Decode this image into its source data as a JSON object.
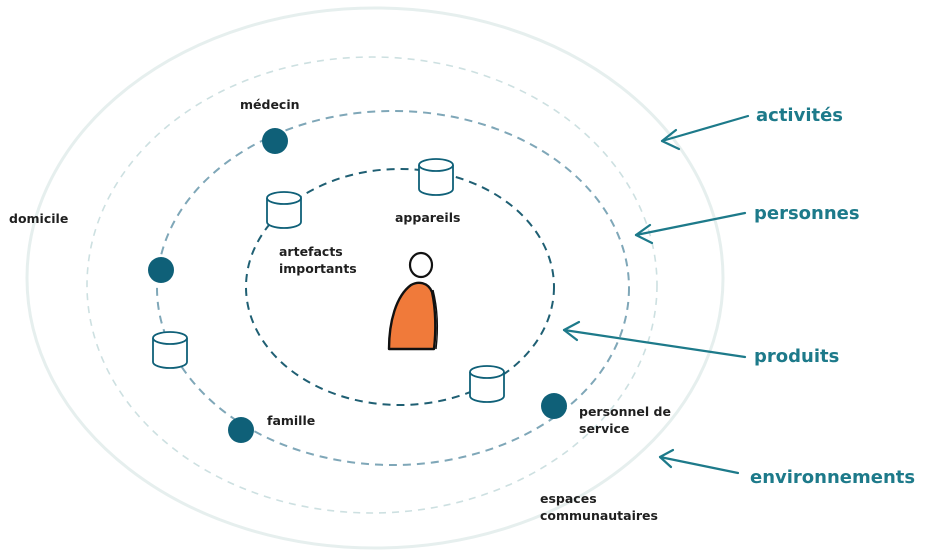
{
  "colors": {
    "ring_outer": "#e6efee",
    "ring_environments": "#cde0e1",
    "ring_persons": "#7fa7b8",
    "ring_products": "#1f5f73",
    "dot": "#0f6078",
    "accent_text": "#1d7a8a",
    "arrow": "#1d7a8a",
    "person_fill": "#f07a3a",
    "icon_stroke": "#0f6078"
  },
  "icons": {
    "person": "person-icon",
    "product": "cylinder-icon",
    "contact": "dot-icon",
    "arrow": "arrow-icon"
  },
  "labels": {
    "domicile": "domicile",
    "medecin": "médecin",
    "appareils": "appareils",
    "artefacts_line1": "artefacts",
    "artefacts_line2": "importants",
    "famille": "famille",
    "personnel_line1": "personnel de",
    "personnel_line2": "service",
    "espaces_line1": "espaces",
    "espaces_line2": "communautaires"
  },
  "categories": {
    "activites": "activités",
    "personnes": "personnes",
    "produits": "produits",
    "environnements": "environnements"
  }
}
